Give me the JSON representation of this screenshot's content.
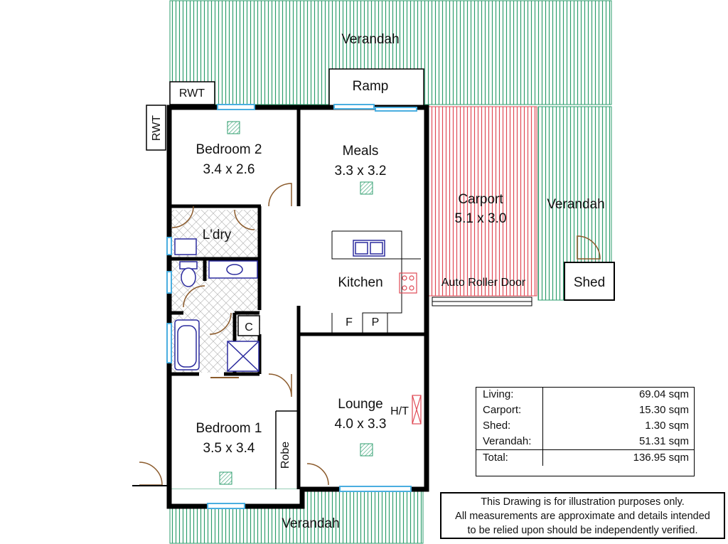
{
  "rooms": {
    "verandah_top": "Verandah",
    "ramp": "Ramp",
    "rwt_top": "RWT",
    "rwt_side": "RWT",
    "bedroom2_name": "Bedroom 2",
    "bedroom2_size": "3.4 x 2.6",
    "meals_name": "Meals",
    "meals_size": "3.3 x 3.2",
    "carport_name": "Carport",
    "carport_size": "5.1 x 3.0",
    "verandah_right": "Verandah",
    "laundry": "L'dry",
    "kitchen": "Kitchen",
    "auto_roller_door": "Auto Roller Door",
    "shed": "Shed",
    "fridge": "F",
    "pantry": "P",
    "cupboard": "C",
    "lounge_name": "Lounge",
    "lounge_size": "4.0 x 3.3",
    "hot_water": "H/T",
    "bedroom1_name": "Bedroom 1",
    "bedroom1_size": "3.5 x 3.4",
    "robe": "Robe",
    "verandah_bottom": "Verandah"
  },
  "areas": [
    {
      "label": "Living:",
      "value": "69.04 sqm"
    },
    {
      "label": "Carport:",
      "value": "15.30 sqm"
    },
    {
      "label": "Shed:",
      "value": "1.30 sqm"
    },
    {
      "label": "Verandah:",
      "value": "51.31 sqm"
    },
    {
      "label": "Total:",
      "value": "136.95 sqm"
    }
  ],
  "disclaimer": [
    "This Drawing is for illustration purposes only.",
    "All measurements are approximate and details intended",
    "to be relied upon should be independently verified."
  ],
  "colors": {
    "verandah_hatch": "#2e9e6e",
    "carport_hatch": "#e04a55",
    "window": "#4aaee0",
    "door_arc": "#8b5a2b",
    "fixture": "#2b2b9e"
  }
}
